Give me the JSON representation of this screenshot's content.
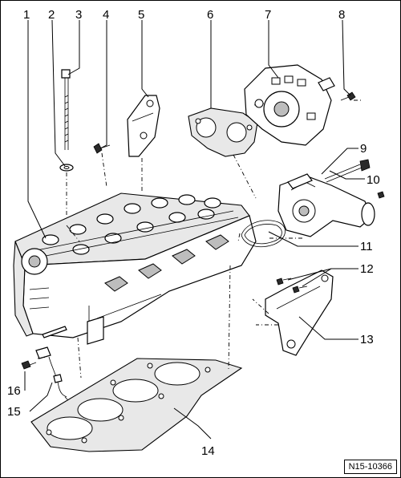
{
  "callouts": [
    {
      "id": "1",
      "label": "1"
    },
    {
      "id": "2",
      "label": "2"
    },
    {
      "id": "3",
      "label": "3"
    },
    {
      "id": "4",
      "label": "4"
    },
    {
      "id": "5",
      "label": "5"
    },
    {
      "id": "6",
      "label": "6"
    },
    {
      "id": "7",
      "label": "7"
    },
    {
      "id": "8",
      "label": "8"
    },
    {
      "id": "9",
      "label": "9"
    },
    {
      "id": "10",
      "label": "10"
    },
    {
      "id": "11",
      "label": "11"
    },
    {
      "id": "12",
      "label": "12"
    },
    {
      "id": "13",
      "label": "13"
    },
    {
      "id": "14",
      "label": "14"
    },
    {
      "id": "15",
      "label": "15"
    },
    {
      "id": "16",
      "label": "16"
    }
  ],
  "reference_code": "N15-10366"
}
